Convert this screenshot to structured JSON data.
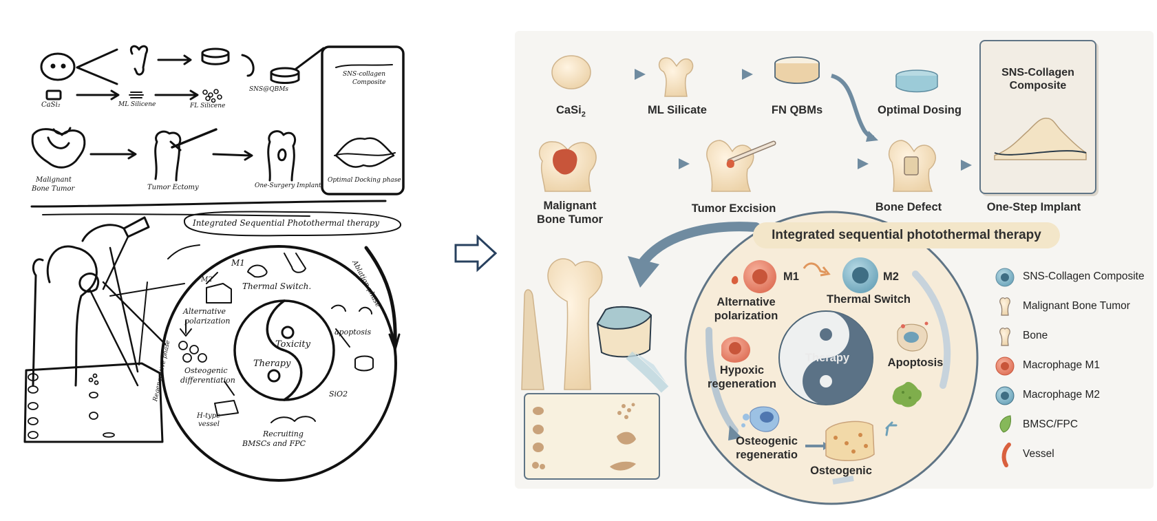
{
  "sketch": {
    "casi": "CaSi₂",
    "ml_silicene": "ML Silicene",
    "fl_silicene": "FL Silicene",
    "sns_qbm": "SNS@QBMs",
    "composite_1": "SNS-collagen",
    "composite_2": "Composite",
    "optimal_docking": "Optimal Docking phase",
    "malignant_1": "Malignant",
    "malignant_2": "Bone Tumor",
    "tumor_ectomy": "Tumor Ectomy",
    "one_surgery": "One-Surgery Implant",
    "integrated": "Integrated Sequential Photothermal therapy",
    "ablation": "Ablation phase",
    "regenerative": "Regenerative phase",
    "m1": "M1",
    "m2": "M2",
    "thermal_switch": "Thermal Switch.",
    "alternative_1": "Alternative",
    "alternative_2": "polarization",
    "toxicity": "Toxicity",
    "therapy": "Therapy",
    "apoptosis": "apoptosis",
    "osteogenic_1": "Osteogenic",
    "osteogenic_2": "differentiation",
    "sidi": "SiO2",
    "h_type_1": "H-type",
    "h_type_2": "vessel",
    "recruiting_1": "Recruiting",
    "recruiting_2": "BMSCs and FPC"
  },
  "diagram": {
    "casi": "CaSi",
    "casi_sub": "2",
    "ml_silicate": "ML Silicate",
    "fn_qbms": "FN QBMs",
    "optimal_dosing": "Optimal Dosing",
    "sns_composite_1": "SNS-Collagen",
    "sns_composite_2": "Composite",
    "malignant_1": "Malignant",
    "malignant_2": "Bone Tumor",
    "tumor_excision": "Tumor Excision",
    "bone_defect": "Bone Defect",
    "one_step": "One-Step Implant",
    "banner": "Integrated sequential photothermal therapy",
    "m1": "M1",
    "m2": "M2",
    "alternative_1": "Alternative",
    "alternative_2": "polarization",
    "thermal_switch": "Thermal Switch",
    "hypoxic_1": "Hypoxic",
    "hypoxic_2": "regeneration",
    "therapy": "Therapy",
    "apoptosis": "Apoptosis",
    "osteogenic_reg_1": "Osteogenic",
    "osteogenic_reg_2": "regeneratio",
    "osteogenic": "Osteogenic"
  },
  "legend": [
    {
      "label": "SNS-Collagen Composite",
      "icon": "cell-icon",
      "color": "#7fb3c2"
    },
    {
      "label": "Malignant Bone Tumor",
      "icon": "bone-icon",
      "color": "#f0e0c0"
    },
    {
      "label": "Bone",
      "icon": "bone-icon",
      "color": "#f2e4c9"
    },
    {
      "label": "Macrophage M1",
      "icon": "cell-icon",
      "color": "#e58a73"
    },
    {
      "label": "Macrophage M2",
      "icon": "cell-icon",
      "color": "#6ea0b8"
    },
    {
      "label": "BMSC/FPC",
      "icon": "leaf-icon",
      "color": "#86b85a"
    },
    {
      "label": "Vessel",
      "icon": "vessel-icon",
      "color": "#d9603e"
    }
  ]
}
